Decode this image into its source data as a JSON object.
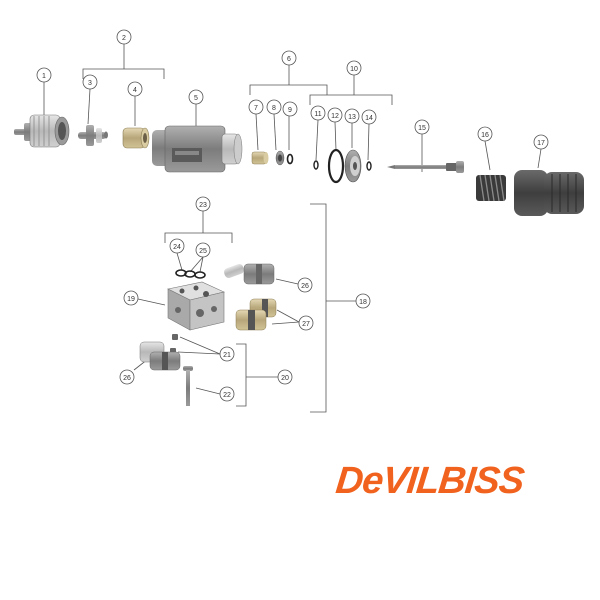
{
  "diagram": {
    "callouts": [
      {
        "id": "c1",
        "label": "1"
      },
      {
        "id": "c2",
        "label": "2"
      },
      {
        "id": "c3",
        "label": "3"
      },
      {
        "id": "c4",
        "label": "4"
      },
      {
        "id": "c5",
        "label": "5"
      },
      {
        "id": "c6",
        "label": "6"
      },
      {
        "id": "c7",
        "label": "7"
      },
      {
        "id": "c8",
        "label": "8"
      },
      {
        "id": "c9",
        "label": "9"
      },
      {
        "id": "c10",
        "label": "10"
      },
      {
        "id": "c11",
        "label": "11"
      },
      {
        "id": "c12",
        "label": "12"
      },
      {
        "id": "c13",
        "label": "13"
      },
      {
        "id": "c14",
        "label": "14"
      },
      {
        "id": "c15",
        "label": "15"
      },
      {
        "id": "c16",
        "label": "16"
      },
      {
        "id": "c17",
        "label": "17"
      },
      {
        "id": "c18",
        "label": "18"
      },
      {
        "id": "c19",
        "label": "19"
      },
      {
        "id": "c20",
        "label": "20"
      },
      {
        "id": "c21",
        "label": "21"
      },
      {
        "id": "c22",
        "label": "22"
      },
      {
        "id": "c23",
        "label": "23"
      },
      {
        "id": "c24",
        "label": "24"
      },
      {
        "id": "c25",
        "label": "25"
      },
      {
        "id": "c26a",
        "label": "26"
      },
      {
        "id": "c26b",
        "label": "26"
      },
      {
        "id": "c27",
        "label": "27"
      }
    ]
  },
  "brand": {
    "logo_text": "DeVILBISS",
    "color": "#f0621e"
  },
  "colors": {
    "part_dark": "#4a4a4a",
    "part_mid": "#8a8a8a",
    "part_light": "#c8c8c8",
    "brass": "#c9b88a",
    "line": "#555555"
  }
}
